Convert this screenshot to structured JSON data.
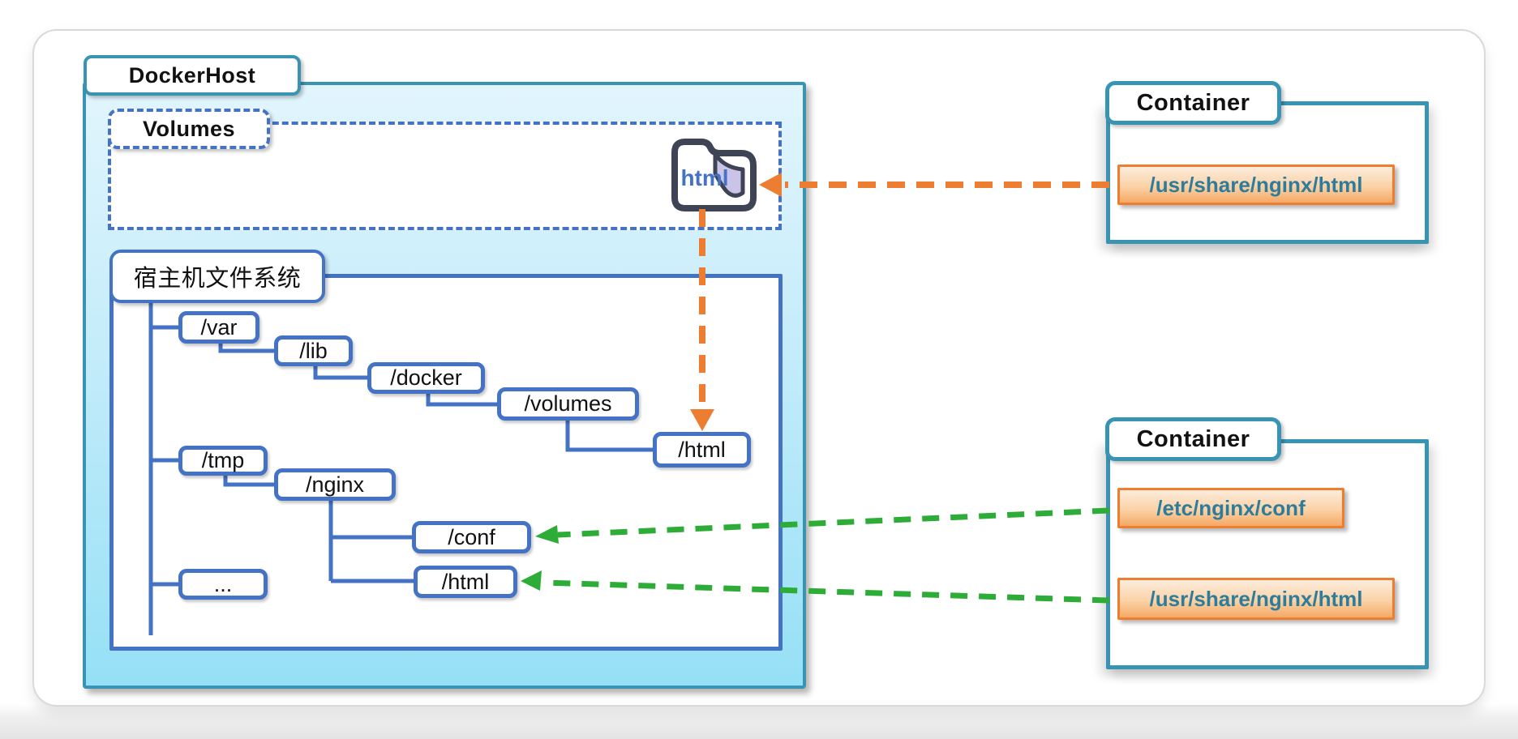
{
  "docker_host": {
    "label": "DockerHost"
  },
  "volumes": {
    "label": "Volumes",
    "folder_label": "html"
  },
  "host_fs": {
    "label": "宿主机文件系统",
    "nodes": [
      {
        "label": "/var"
      },
      {
        "label": "/lib"
      },
      {
        "label": "/docker"
      },
      {
        "label": "/volumes"
      },
      {
        "label": "/html"
      },
      {
        "label": "/tmp"
      },
      {
        "label": "/nginx"
      },
      {
        "label": "/conf"
      },
      {
        "label": "/html"
      },
      {
        "label": "..."
      }
    ]
  },
  "containers": [
    {
      "title": "Container",
      "mounts": [
        {
          "path": "/usr/share/nginx/html"
        }
      ]
    },
    {
      "title": "Container",
      "mounts": [
        {
          "path": "/etc/nginx/conf"
        },
        {
          "path": "/usr/share/nginx/html"
        }
      ]
    }
  ],
  "icons": {
    "folder": "folder-icon"
  },
  "colors": {
    "teal_border": "#3994B3",
    "tree_blue": "#4472C4",
    "orange_arrow": "#ED7D31",
    "green_arrow": "#2EAC38",
    "host_fill_top": "#E2F5FD",
    "host_fill_bottom": "#95E0F6",
    "mount_text": "#2E7C9C",
    "folder_outline": "#3E4356",
    "folder_back": "#CBC4E9"
  }
}
